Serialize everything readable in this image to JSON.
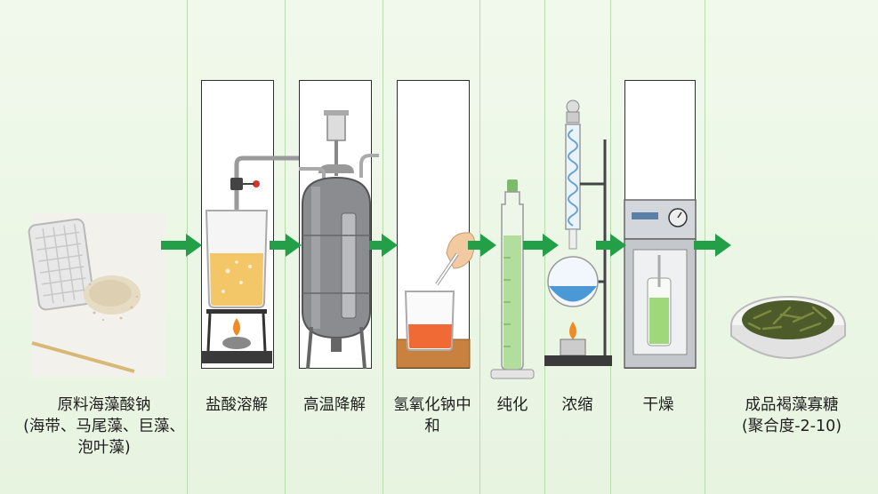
{
  "steps": [
    {
      "line1": "原料海藻酸钠",
      "line2": "(海带、马尾藻、巨藻、",
      "line3": "泡叶藻)"
    },
    {
      "line1": "盐酸溶解"
    },
    {
      "line1": "高温降解"
    },
    {
      "line1": "氢氧化钠中",
      "line2": "和"
    },
    {
      "line1": "纯化"
    },
    {
      "line1": "浓缩"
    },
    {
      "line1": "干燥"
    },
    {
      "line1": "成品褐藻寡糖",
      "line2": "(聚合度-2-10)"
    }
  ],
  "colors": {
    "arrow": "#23a047",
    "background": "#eaf5e4",
    "divider": "#b9dcae"
  }
}
